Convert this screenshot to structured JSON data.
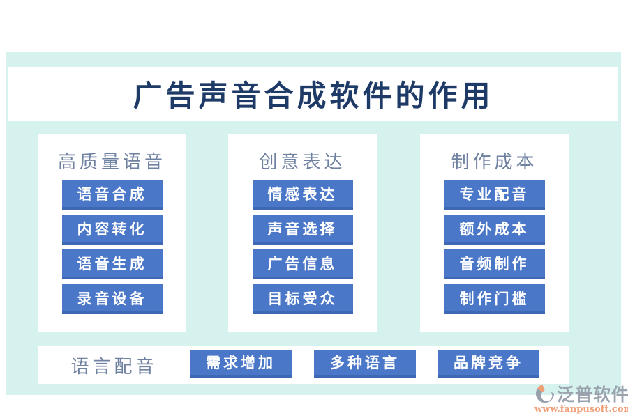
{
  "title": "广告声音合成软件的作用",
  "columns": [
    {
      "header": "高质量语音",
      "items": [
        "语音合成",
        "内容转化",
        "语音生成",
        "录音设备"
      ]
    },
    {
      "header": "创意表达",
      "items": [
        "情感表达",
        "声音选择",
        "广告信息",
        "目标受众"
      ]
    },
    {
      "header": "制作成本",
      "items": [
        "专业配音",
        "额外成本",
        "音频制作",
        "制作门槛"
      ]
    }
  ],
  "bottom": {
    "header": "语言配音",
    "items": [
      "需求增加",
      "多种语言",
      "品牌竞争"
    ]
  },
  "brand": {
    "name": "泛普软件",
    "url": "www.fanpusoft.com"
  },
  "colors": {
    "background": "#d6f2ee",
    "panel": "#ffffff",
    "button": "#4a77c7",
    "button_edge": "#3e68b4",
    "button_text": "#ffffff",
    "title_text": "#1e3a66",
    "header_text": "#6e81a0",
    "brand_gray": "#9aa2ad",
    "brand_orange": "#ef9f78"
  }
}
